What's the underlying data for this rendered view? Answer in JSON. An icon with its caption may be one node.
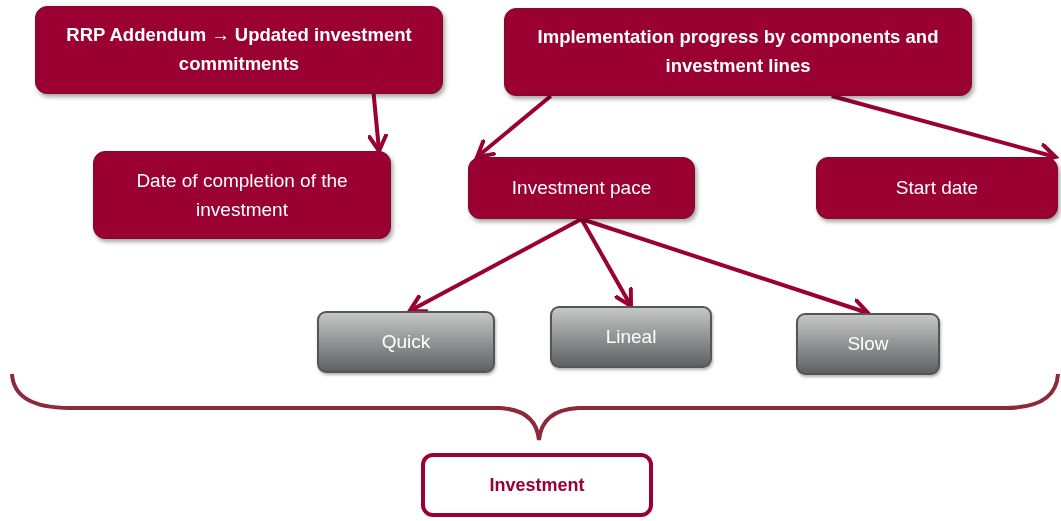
{
  "diagram": {
    "nodes": [
      {
        "text": [
          "RRP Addendum → Updated investment commitments"
        ]
      },
      {
        "text": [
          "Implementation progress by components and investment lines"
        ]
      },
      {
        "text": [
          "Date of completion of the investment"
        ]
      },
      {
        "text": [
          "Investment pace"
        ]
      },
      {
        "text": [
          "Start date"
        ]
      },
      {
        "text": [
          "Quick"
        ]
      },
      {
        "text": [
          "Lineal"
        ]
      },
      {
        "text": [
          "Slow"
        ]
      },
      {
        "text": [
          "Investment"
        ]
      }
    ],
    "edges": [
      {
        "from": 0,
        "to": 2,
        "arrow": "to"
      },
      {
        "from": 1,
        "to": 3,
        "arrow": "to"
      },
      {
        "from": 1,
        "to": 4,
        "arrow": "to"
      },
      {
        "from": 3,
        "to": 5,
        "arrow": "to"
      },
      {
        "from": 3,
        "to": 6,
        "arrow": "to"
      },
      {
        "from": 3,
        "to": 7,
        "arrow": "to"
      }
    ]
  }
}
